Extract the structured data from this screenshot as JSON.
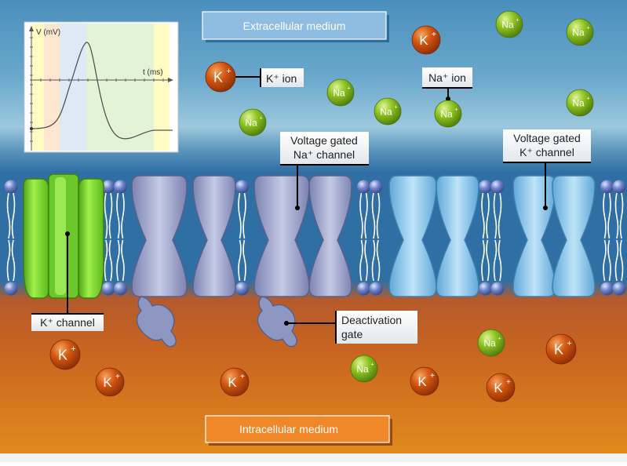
{
  "labels": {
    "extracellular": "Extracellular medium",
    "intracellular": "Intracellular medium",
    "k_ion": "K⁺ ion",
    "na_ion": "Na⁺ ion",
    "na_channel_l1": "Voltage gated",
    "na_channel_l2": "Na⁺ channel",
    "k_gated_l1": "Voltage gated",
    "k_gated_l2": "K⁺ channel",
    "k_channel": "K⁺ channel",
    "deact_l1": "Deactivation",
    "deact_l2": "gate"
  },
  "graph": {
    "ylabel": "V (mV)",
    "xlabel": "t (ms)"
  },
  "ions": {
    "k": "K",
    "na": "Na",
    "plus": "+"
  },
  "colors": {
    "extracellular_top": "#4f93bd",
    "intracellular": "#cf6b16",
    "k_ion": "#d2550f",
    "na_ion": "#8cc21f",
    "leak_channel": "#7fd631",
    "na_channel": "#9aa1c6",
    "k_gated_channel": "#8dc9ee"
  }
}
